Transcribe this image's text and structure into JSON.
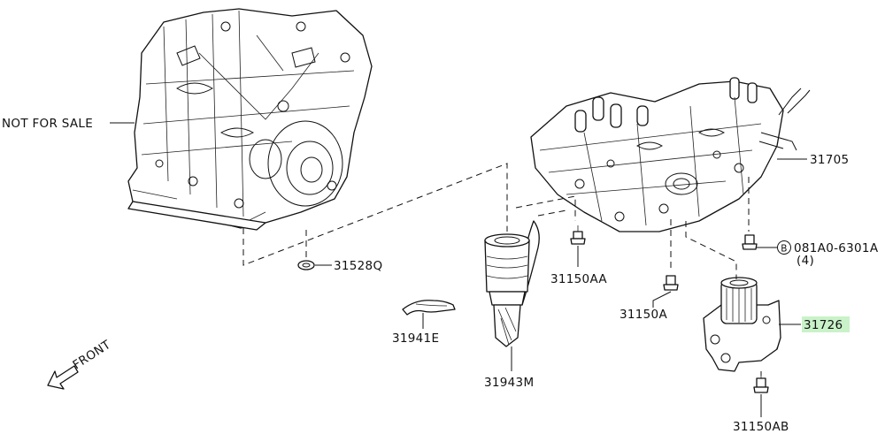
{
  "watermark": "NOT FOR SALE",
  "direction": "FRONT",
  "highlight_color": "#c9f2c9",
  "parts": [
    {
      "id": "p31705",
      "label": "31705"
    },
    {
      "id": "p081A0",
      "label": "081A0-6301A",
      "qty": "(4)",
      "badge": "B"
    },
    {
      "id": "p31528Q",
      "label": "31528Q"
    },
    {
      "id": "p31150AA",
      "label": "31150AA"
    },
    {
      "id": "p31150A",
      "label": "31150A"
    },
    {
      "id": "p31726",
      "label": "31726",
      "highlighted": true
    },
    {
      "id": "p31941E",
      "label": "31941E"
    },
    {
      "id": "p31943M",
      "label": "31943M"
    },
    {
      "id": "p31150AB",
      "label": "31150AB"
    }
  ]
}
